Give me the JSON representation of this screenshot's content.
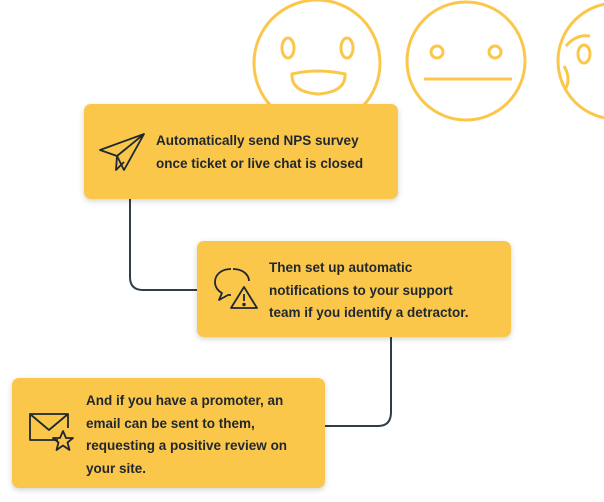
{
  "steps": [
    {
      "text_lines": [
        "Automatically send NPS survey",
        "once ticket or live chat is closed"
      ],
      "icon": "paper-plane-icon"
    },
    {
      "text_lines": [
        "Then set up automatic",
        "notifications to your support",
        "team if you identify a detractor."
      ],
      "icon": "chat-warning-icon"
    },
    {
      "text_lines": [
        "And if you have a promoter, an",
        "email can be sent to them,",
        "requesting a positive review on",
        "your site."
      ],
      "icon": "envelope-star-icon"
    }
  ],
  "faces": [
    "happy-face-icon",
    "neutral-face-icon",
    "sad-face-icon"
  ],
  "colors": {
    "card": "#fbc74a",
    "face_stroke": "#fbc74a",
    "line": "#2f3d4a",
    "text": "#1f2730"
  }
}
